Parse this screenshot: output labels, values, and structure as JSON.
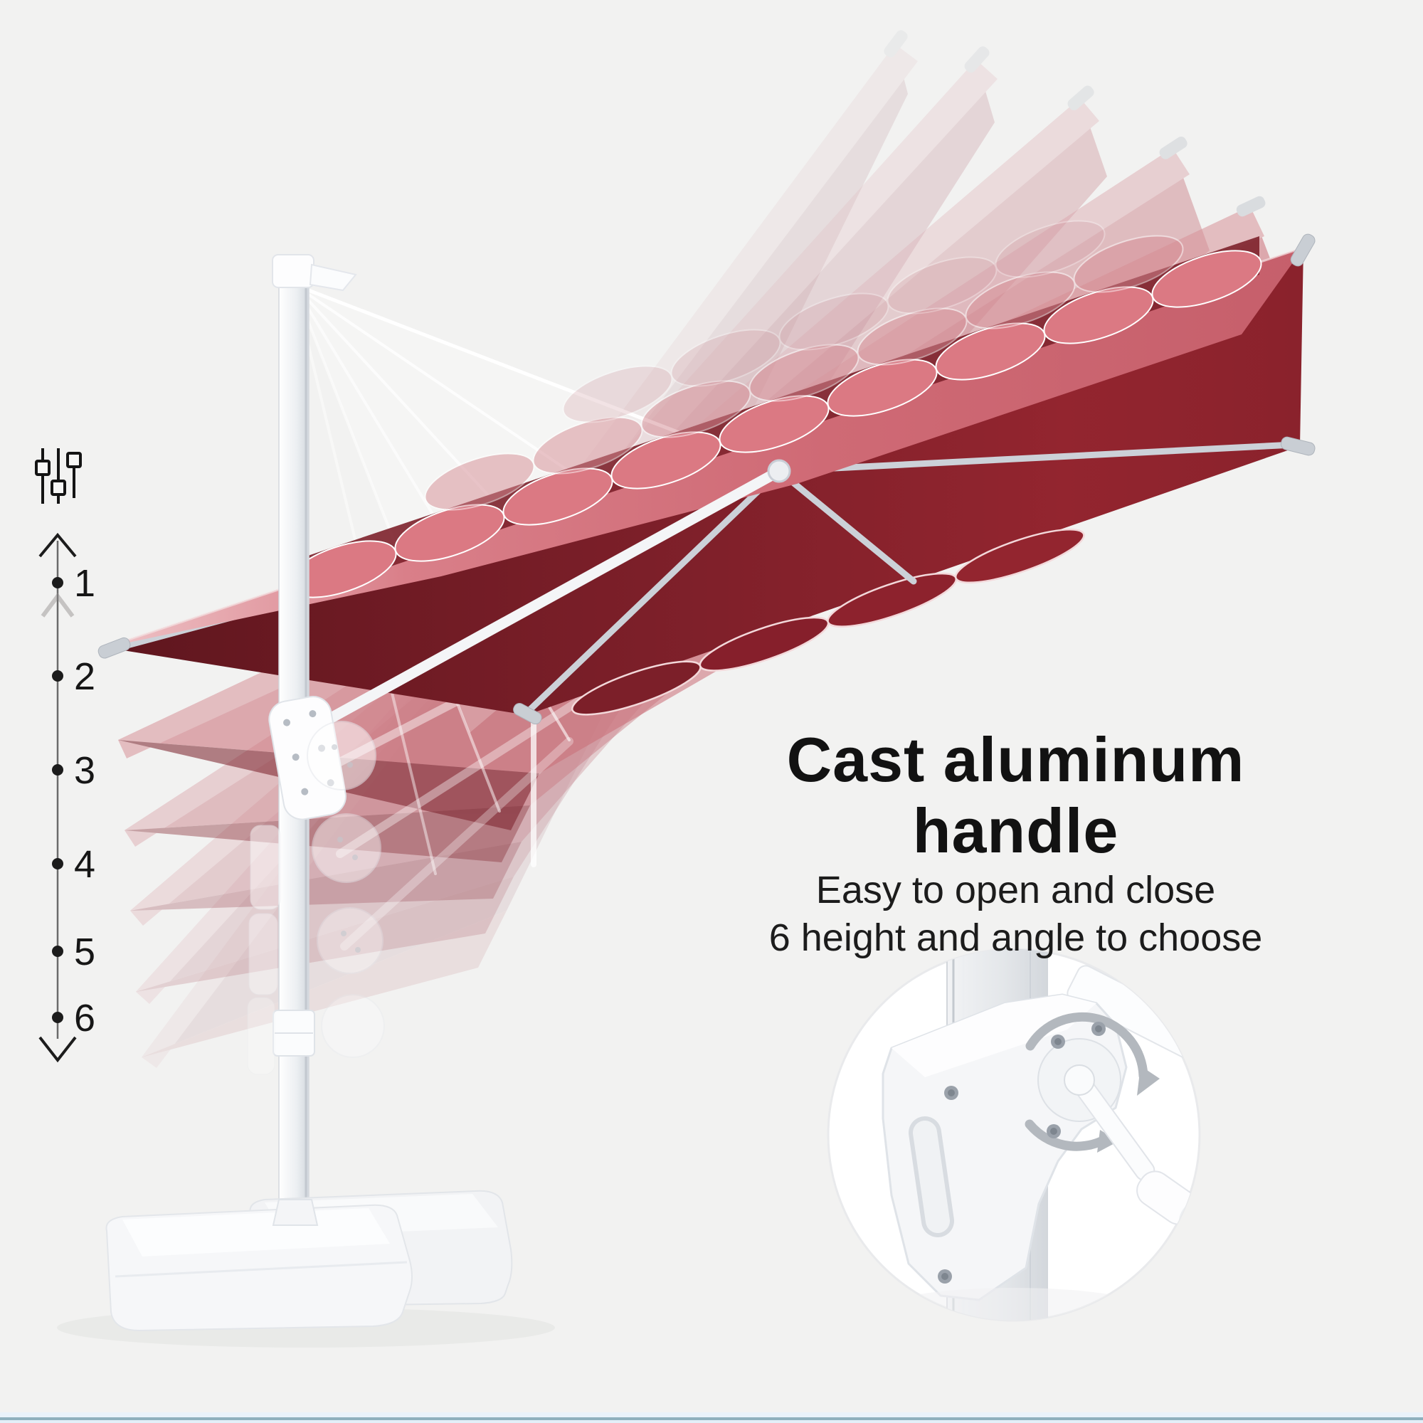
{
  "page": {
    "background_color": "#f2f2f1"
  },
  "height_scale": {
    "icon": "sliders-icon",
    "positions": [
      {
        "label": "1"
      },
      {
        "label": "2"
      },
      {
        "label": "3"
      },
      {
        "label": "4"
      },
      {
        "label": "5"
      },
      {
        "label": "6"
      }
    ]
  },
  "feature_text": {
    "title": "Cast aluminum handle",
    "subtitle_line1": "Easy to open and close",
    "subtitle_line2": "6 height and angle to choose"
  },
  "umbrella": {
    "type": "cantilever-patio-umbrella",
    "tilt_positions": 6,
    "canopy_top_color": "#d4737e",
    "canopy_underside_color": "#7d212b",
    "frame_color": "#ffffff"
  },
  "inset": {
    "subject": "crank-handle-closeup",
    "rotation_arrow_color": "#b3b8be"
  },
  "footer": {
    "bar_color": "#8fb0bd",
    "bar_bg": "#e9f2fa"
  },
  "icons": {
    "sliders": "sliders-icon",
    "arrow_up": "chevron-up-icon",
    "arrow_down": "chevron-down-icon",
    "rotation": "rotation-arrow-icon"
  }
}
